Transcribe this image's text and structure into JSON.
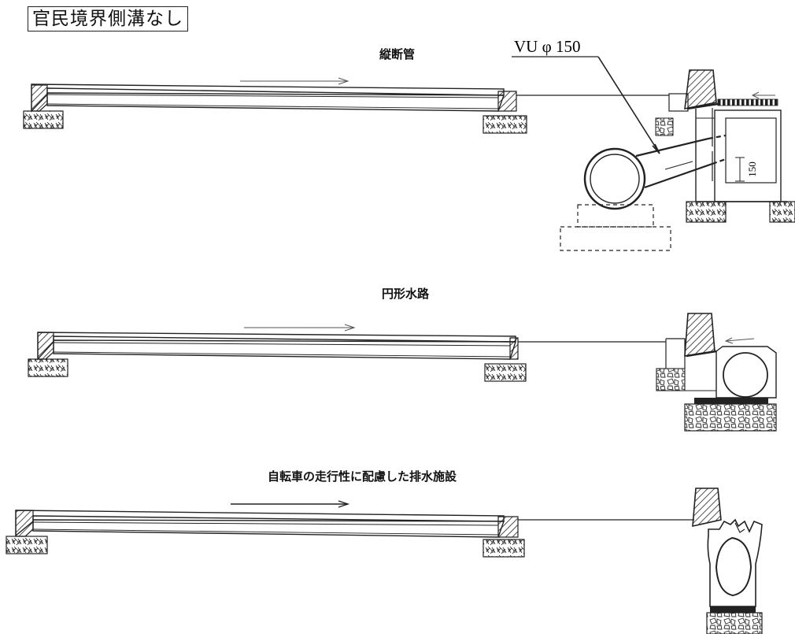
{
  "title": "官民境界側溝なし",
  "sections": [
    {
      "caption": "縦断管",
      "pipe_label": "VU φ 150",
      "dimension": "150"
    },
    {
      "caption": "円形水路"
    },
    {
      "caption": "自転車の走行性に配慮した排水施設"
    }
  ]
}
